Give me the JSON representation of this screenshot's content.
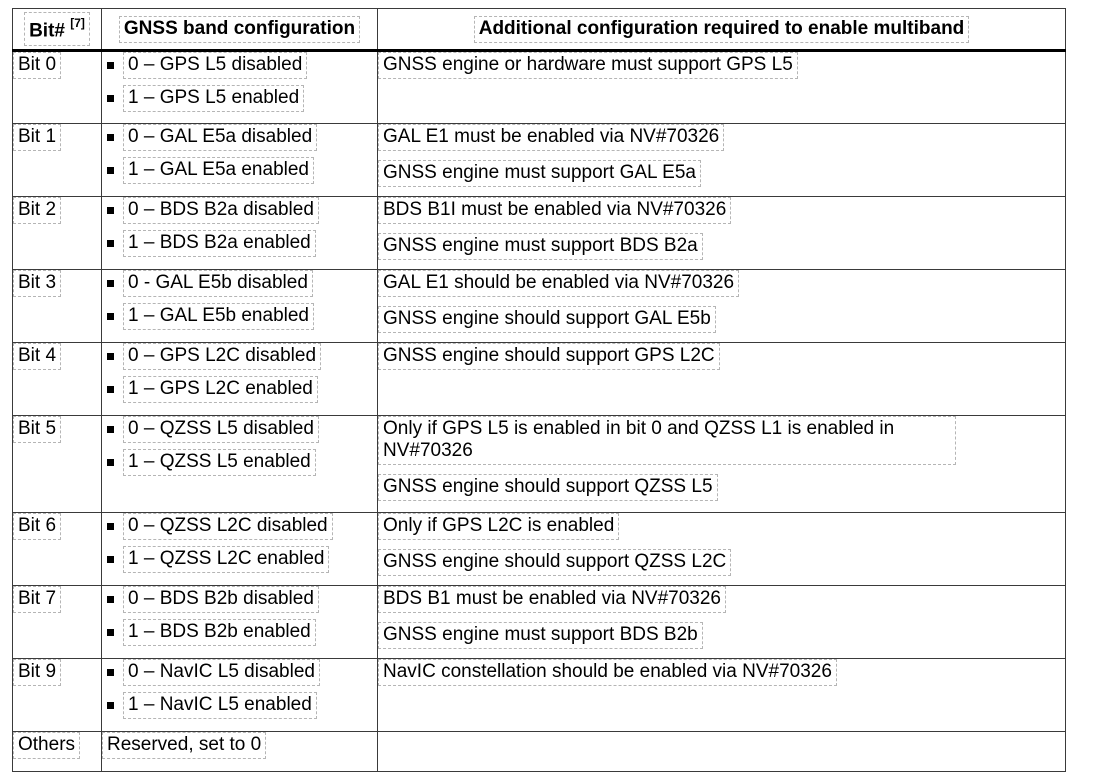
{
  "header": {
    "bit": "Bit#",
    "bit_ref": "[7]",
    "config": "GNSS band configuration",
    "required": "Additional configuration required to enable multiband"
  },
  "rows": [
    {
      "bit": "Bit 0",
      "options": [
        "0 – GPS L5 disabled",
        "1 – GPS L5 enabled"
      ],
      "requirements": [
        "GNSS engine or hardware must support GPS L5"
      ]
    },
    {
      "bit": "Bit 1",
      "options": [
        "0 – GAL E5a disabled",
        "1 – GAL E5a enabled"
      ],
      "requirements": [
        "GAL E1 must be enabled via NV#70326",
        "GNSS engine must support GAL E5a"
      ]
    },
    {
      "bit": "Bit 2",
      "options": [
        "0 – BDS B2a disabled",
        "1 – BDS B2a enabled"
      ],
      "requirements": [
        "BDS B1I must be enabled via NV#70326",
        "GNSS engine must support BDS B2a"
      ]
    },
    {
      "bit": "Bit 3",
      "options": [
        "0 - GAL E5b disabled",
        "1 – GAL E5b enabled"
      ],
      "requirements": [
        "GAL E1 should be enabled via NV#70326",
        "GNSS engine should support GAL E5b"
      ]
    },
    {
      "bit": "Bit 4",
      "options": [
        "0 – GPS L2C disabled",
        "1 – GPS L2C enabled"
      ],
      "requirements": [
        "GNSS engine should support GPS L2C"
      ]
    },
    {
      "bit": "Bit 5",
      "options": [
        "0 – QZSS L5 disabled",
        "1 – QZSS L5 enabled"
      ],
      "requirements": [
        "Only if GPS L5 is enabled in bit 0 and QZSS L1 is enabled in NV#70326",
        "GNSS engine should support QZSS L5"
      ]
    },
    {
      "bit": "Bit 6",
      "options": [
        "0 – QZSS L2C disabled",
        "1 – QZSS L2C enabled"
      ],
      "requirements": [
        "Only if GPS L2C is enabled",
        "GNSS engine should support QZSS L2C"
      ]
    },
    {
      "bit": "Bit 7",
      "options": [
        "0 – BDS B2b disabled",
        "1 – BDS B2b enabled"
      ],
      "requirements": [
        "BDS B1 must be enabled via NV#70326",
        "GNSS engine must support BDS B2b"
      ]
    },
    {
      "bit": "Bit 9",
      "options": [
        "0 – NavIC L5 disabled",
        "1 – NavIC L5 enabled"
      ],
      "requirements": [
        "NavIC constellation should be enabled via NV#70326"
      ]
    },
    {
      "bit": "Others",
      "options": [],
      "plain": "Reserved, set to 0",
      "requirements": []
    }
  ]
}
